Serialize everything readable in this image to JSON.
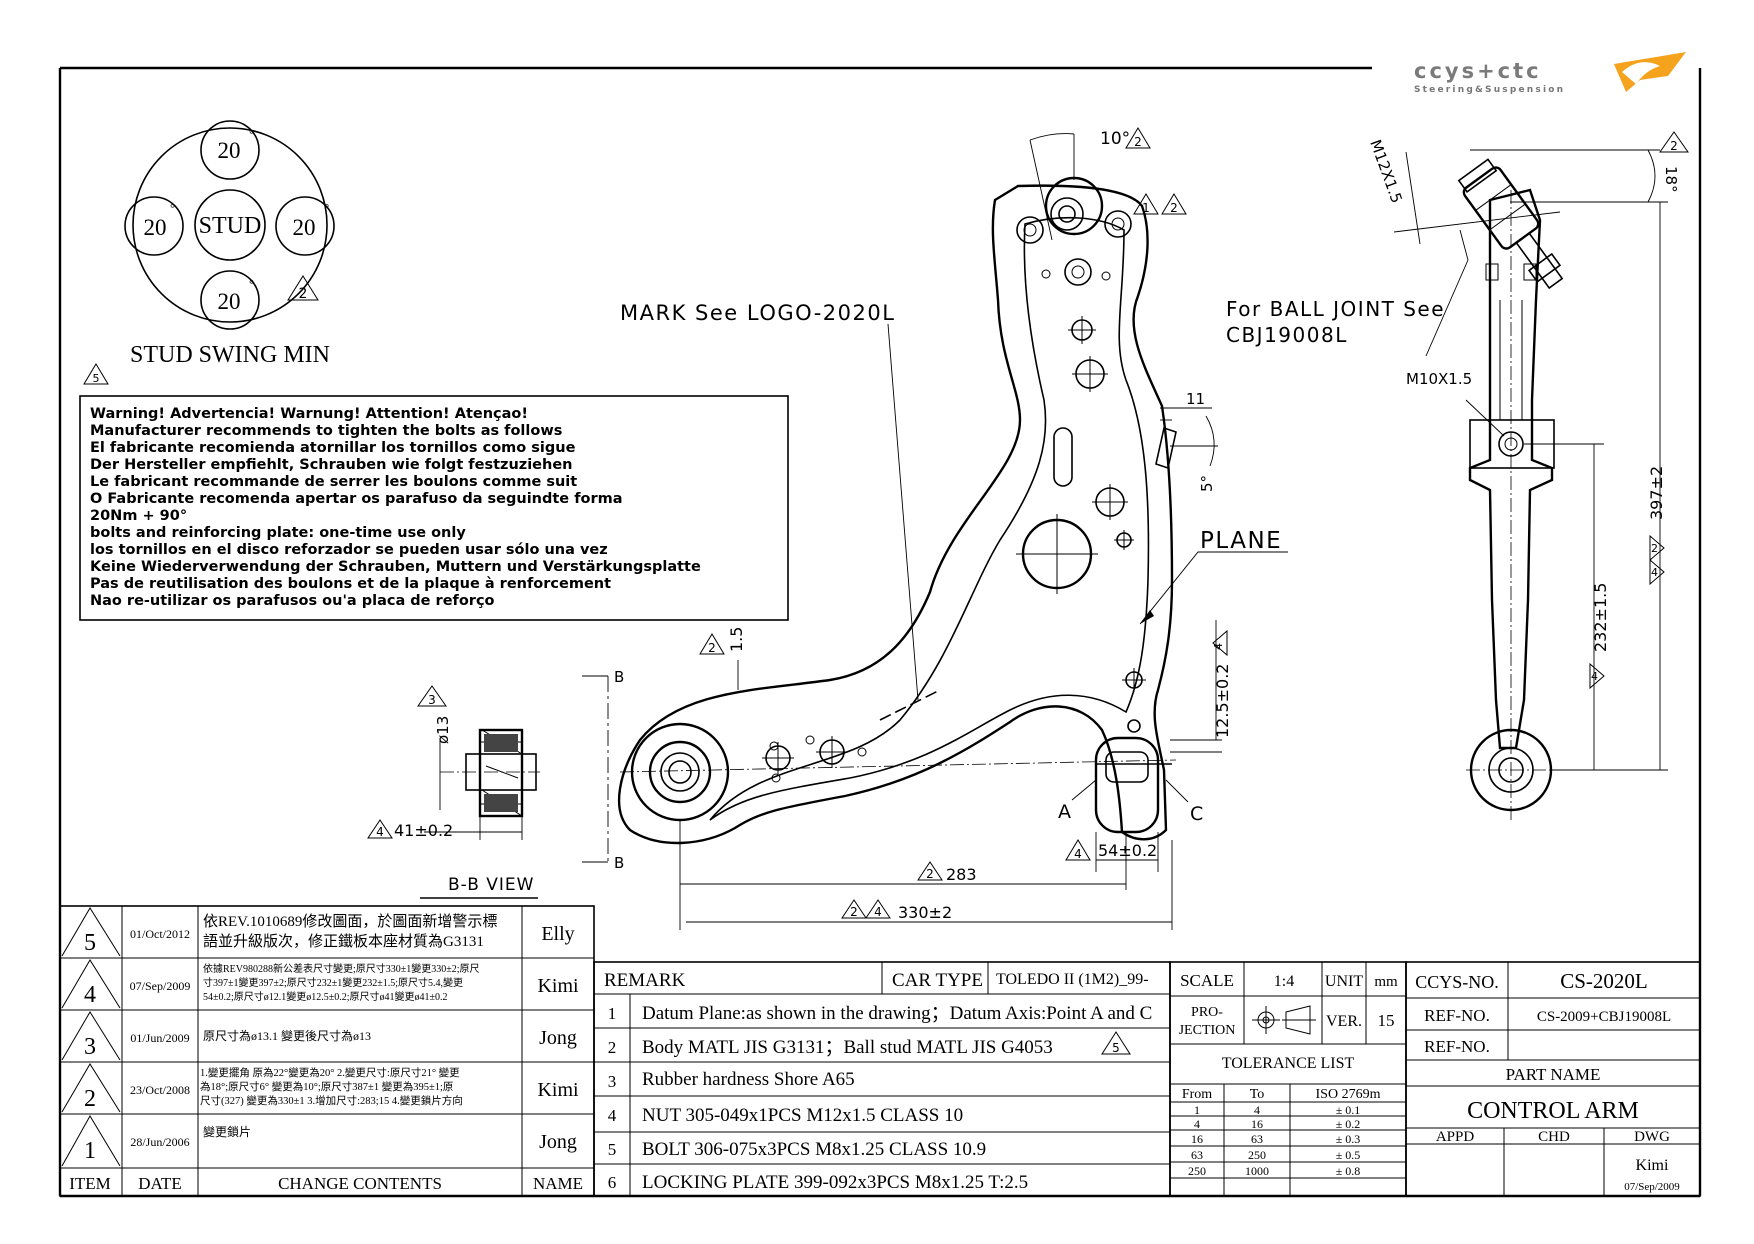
{
  "logo": {
    "brand": "ccys+ctc",
    "tagline": "Steering&Suspension"
  },
  "stud_swing": {
    "center_label": "STUD",
    "angles": [
      "20",
      "20",
      "20",
      "20"
    ],
    "degree_symbol": "°",
    "rev_marker": "2",
    "title": "STUD SWING MIN"
  },
  "warning": {
    "rev_marker": "5",
    "lines": [
      "Warning! Advertencia! Warnung! Attention! Atençao!",
      "Manufacturer recommends to tighten the bolts as follows",
      "El fabricante recomienda atornillar los tornillos como sigue",
      "Der Hersteller empfiehlt, Schrauben wie folgt festzuziehen",
      "Le fabricant recommande de serrer les boulons comme suit",
      "O Fabricante recomenda apertar os parafuso da seguindte forma",
      "20Nm + 90°",
      "bolts and reinforcing plate: one-time use only",
      "los tornillos en el disco reforzador se pueden usar sólo una vez",
      "Keine Wiederverwendung der Schrauben, Muttern und Verstärkungsplatte",
      "Pas de reutilisation des boulons et de la plaque à renforcement",
      "Nao re-utilizar os parafusos ou'a placa de reforço"
    ]
  },
  "main_view": {
    "mark_note": "MARK See LOGO-2020L",
    "plane_note": "PLANE",
    "angle_10": "10°",
    "angle_5": "5°",
    "dim_11": "11",
    "dim_1_5": "1.5",
    "dim_12_5": "12.5±0.2",
    "dim_283": "283",
    "dim_330": "330±2",
    "dim_54": "54±0.2",
    "point_a": "A",
    "point_c": "C",
    "section_b": "B",
    "rev_1": "1",
    "rev_2": "2",
    "rev_3": "3",
    "rev_4": "4"
  },
  "bb_view": {
    "title": "B-B VIEW",
    "dia": "ø13",
    "dim_41": "41±0.2"
  },
  "side_view": {
    "ball_joint_note_1": "For BALL JOINT See",
    "ball_joint_note_2": "CBJ19008L",
    "thread_m12": "M12X1.5",
    "thread_m10": "M10X1.5",
    "angle_18": "18°",
    "dim_397": "397±2",
    "dim_232": "232±1.5"
  },
  "revisions": [
    {
      "item": "5",
      "date": "01/Oct/2012",
      "content": [
        "依REV.1010689修改圖面，於圖面新增警示標",
        "語並升級版次，修正鐵板本座材質為G3131"
      ],
      "name": "Elly"
    },
    {
      "item": "4",
      "date": "07/Sep/2009",
      "content": [
        "依據REV980288新公差表尺寸變更;原尺寸330±1變更330±2;原尺",
        "寸397±1變更397±2;原尺寸232±1變更232±1.5;原尺寸5.4,變更",
        "54±0.2;原尺寸ø12.1變更ø12.5±0.2;原尺寸ø41變更ø41±0.2"
      ],
      "name": "Kimi"
    },
    {
      "item": "3",
      "date": "01/Jun/2009",
      "content": [
        "原尺寸為ø13.1 變更後尺寸為ø13"
      ],
      "name": "Jong"
    },
    {
      "item": "2",
      "date": "23/Oct/2008",
      "content": [
        "1.變更擺角 原為22°變更為20° 2.變更尺寸:原尺寸21° 變更",
        "為18°;原尺寸6° 變更為10°;原尺寸387±1 變更為395±1;原",
        "尺寸(327) 變更為330±1 3.增加尺寸:283;15 4.變更鎖片方向"
      ],
      "name": "Kimi"
    },
    {
      "item": "1",
      "date": "28/Jun/2006",
      "content": [
        "變更鎖片"
      ],
      "name": "Jong"
    }
  ],
  "revision_headers": {
    "item": "ITEM",
    "date": "DATE",
    "content": "CHANGE CONTENTS",
    "name": "NAME"
  },
  "remarks": {
    "header": "REMARK",
    "car_type_label": "CAR TYPE",
    "car_type_value": "TOLEDO II (1M2)_99-",
    "items": [
      {
        "no": "1",
        "text": "Datum Plane:as shown in the drawing；Datum Axis:Point A and C"
      },
      {
        "no": "2",
        "text": "Body MATL JIS G3131；Ball stud MATL JIS G4053"
      },
      {
        "no": "3",
        "text": "Rubber hardness Shore A65"
      },
      {
        "no": "4",
        "text": "NUT 305-049x1PCS M12x1.5 CLASS 10"
      },
      {
        "no": "5",
        "text": "BOLT 306-075x3PCS M8x1.25 CLASS 10.9"
      },
      {
        "no": "6",
        "text": "LOCKING PLATE 399-092x3PCS M8x1.25 T:2.5"
      }
    ],
    "rev_marker": "5"
  },
  "title_block": {
    "scale_label": "SCALE",
    "scale_value": "1:4",
    "unit_label": "UNIT",
    "unit_value": "mm",
    "projection_label_1": "PRO-",
    "projection_label_2": "JECTION",
    "ver_label": "VER.",
    "ver_value": "15",
    "ccys_no_label": "CCYS-NO.",
    "ccys_no_value": "CS-2020L",
    "ref_no_label": "REF-NO.",
    "ref_no_value": "CS-2009+CBJ19008L",
    "ref_no_label_2": "REF-NO.",
    "ref_no_value_2": "",
    "part_name_label": "PART NAME",
    "part_name_value": "CONTROL ARM",
    "appd_label": "APPD",
    "chd_label": "CHD",
    "dwg_label": "DWG",
    "dwg_name": "Kimi",
    "dwg_date": "07/Sep/2009"
  },
  "tolerance": {
    "title": "TOLERANCE LIST",
    "headers": [
      "From",
      "To",
      "ISO 2769m"
    ],
    "rows": [
      [
        "1",
        "4",
        "± 0.1"
      ],
      [
        "4",
        "16",
        "± 0.2"
      ],
      [
        "16",
        "63",
        "± 0.3"
      ],
      [
        "63",
        "250",
        "± 0.5"
      ],
      [
        "250",
        "1000",
        "± 0.8"
      ]
    ]
  }
}
